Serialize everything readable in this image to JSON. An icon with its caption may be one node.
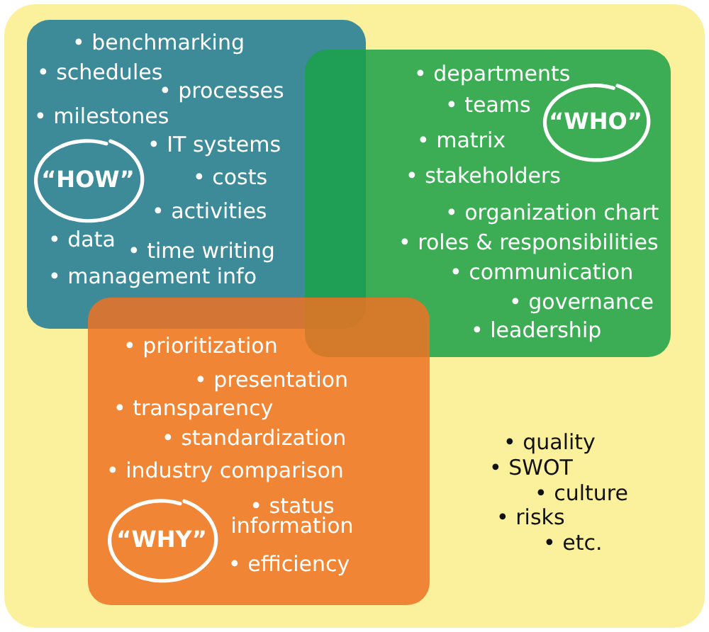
{
  "diagram": {
    "nodes": [
      {
        "text": [
          "• quality",
          "• SWOT",
          "• culture",
          "• risks",
          "• etc."
        ]
      },
      {
        "text": [
          "• benchmarking",
          "• schedules",
          "• processes",
          "• milestones",
          "• IT systems",
          "• costs",
          "• activities",
          "• data",
          "• time writing",
          "• management info"
        ],
        "in": 0
      },
      {
        "text": [
          "“HOW”"
        ],
        "in": 1
      },
      {
        "text": [
          "• departments",
          "• teams",
          "• matrix",
          "• stakeholders",
          "• organization chart",
          "• roles & responsibilities",
          "• communication",
          "• governance",
          "• leadership"
        ],
        "in": 0
      },
      {
        "text": [
          "“WHO”"
        ],
        "in": 3
      },
      {
        "text": [
          "• prioritization",
          "• presentation",
          "• transparency",
          "• standardization",
          "• industry comparison",
          "• status information",
          "• efficiency"
        ],
        "in": 0
      },
      {
        "text": [
          "“WHY”"
        ],
        "in": 5
      }
    ]
  }
}
